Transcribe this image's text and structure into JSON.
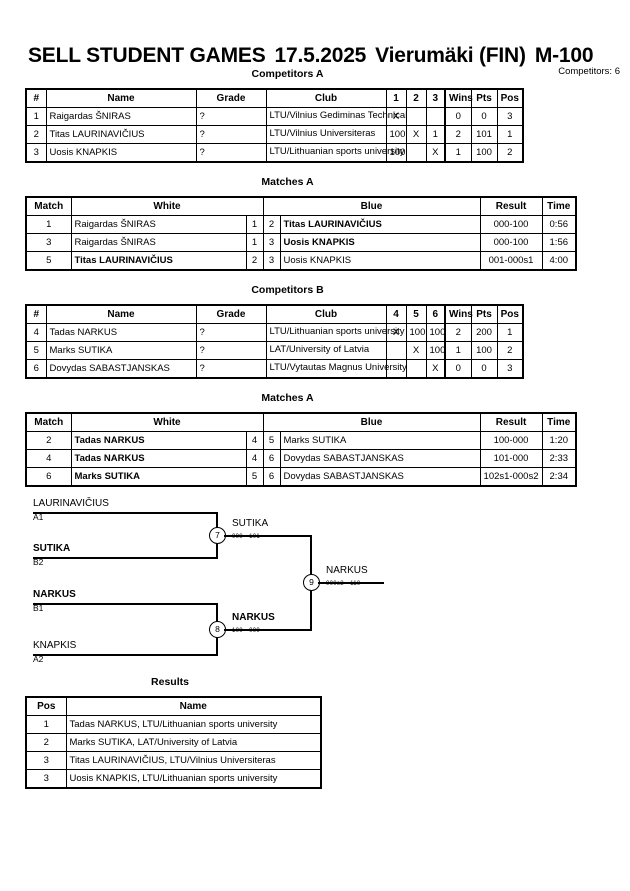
{
  "header": {
    "event": "SELL STUDENT GAMES",
    "date": "17.5.2025",
    "place": "Vierumäki (FIN)",
    "category": "M-100",
    "competitors_note": "Competitors: 6"
  },
  "sections": {
    "competitors_a": "Competitors A",
    "matches_a1": "Matches A",
    "competitors_b": "Competitors B",
    "matches_a2": "Matches A",
    "results": "Results"
  },
  "competitors_table": {
    "headers": [
      "#",
      "Name",
      "Grade",
      "Club",
      "Wins",
      "Pts",
      "Pos"
    ],
    "group_a": {
      "score_headers": [
        "1",
        "2",
        "3"
      ],
      "rows": [
        {
          "num": "1",
          "name": "Raigardas ŠNIRAS",
          "grade": "?",
          "club": "LTU/Vilnius Gediminas Technical",
          "m": [
            "X",
            "",
            ""
          ],
          "wins": "0",
          "pts": "0",
          "pos": "3"
        },
        {
          "num": "2",
          "name": "Titas LAURINAVIČIUS",
          "grade": "?",
          "club": "LTU/Vilnius Universiteras",
          "m": [
            "100",
            "X",
            "1"
          ],
          "wins": "2",
          "pts": "101",
          "pos": "1"
        },
        {
          "num": "3",
          "name": "Uosis KNAPKIS",
          "grade": "?",
          "club": "LTU/Lithuanian sports university",
          "m": [
            "100",
            "",
            "X"
          ],
          "wins": "1",
          "pts": "100",
          "pos": "2"
        }
      ]
    },
    "group_b": {
      "score_headers": [
        "4",
        "5",
        "6"
      ],
      "rows": [
        {
          "num": "4",
          "name": "Tadas NARKUS",
          "grade": "?",
          "club": "LTU/Lithuanian sports university",
          "m": [
            "X",
            "100",
            "100"
          ],
          "wins": "2",
          "pts": "200",
          "pos": "1"
        },
        {
          "num": "5",
          "name": "Marks SUTIKA",
          "grade": "?",
          "club": "LAT/University of Latvia",
          "m": [
            "",
            "X",
            "100"
          ],
          "wins": "1",
          "pts": "100",
          "pos": "2"
        },
        {
          "num": "6",
          "name": "Dovydas SABASTJANSKAS",
          "grade": "?",
          "club": "LTU/Vytautas Magnus University",
          "m": [
            "",
            "",
            "X"
          ],
          "wins": "0",
          "pts": "0",
          "pos": "3"
        }
      ]
    }
  },
  "matches_table": {
    "headers": [
      "Match",
      "White",
      "Blue",
      "Result",
      "Time"
    ],
    "group_a": [
      {
        "match": "1",
        "white": "Raigardas ŠNIRAS",
        "white_win": false,
        "wnum": "1",
        "bnum": "2",
        "blue": "Titas LAURINAVIČIUS",
        "blue_win": true,
        "result": "000-100",
        "time": "0:56"
      },
      {
        "match": "3",
        "white": "Raigardas ŠNIRAS",
        "white_win": false,
        "wnum": "1",
        "bnum": "3",
        "blue": "Uosis KNAPKIS",
        "blue_win": true,
        "result": "000-100",
        "time": "1:56"
      },
      {
        "match": "5",
        "white": "Titas LAURINAVIČIUS",
        "white_win": true,
        "wnum": "2",
        "bnum": "3",
        "blue": "Uosis KNAPKIS",
        "blue_win": false,
        "result": "001-000s1",
        "time": "4:00"
      }
    ],
    "group_b": [
      {
        "match": "2",
        "white": "Tadas NARKUS",
        "white_win": true,
        "wnum": "4",
        "bnum": "5",
        "blue": "Marks SUTIKA",
        "blue_win": false,
        "result": "100-000",
        "time": "1:20"
      },
      {
        "match": "4",
        "white": "Tadas NARKUS",
        "white_win": true,
        "wnum": "4",
        "bnum": "6",
        "blue": "Dovydas SABASTJANSKAS",
        "blue_win": false,
        "result": "101-000",
        "time": "2:33"
      },
      {
        "match": "6",
        "white": "Marks SUTIKA",
        "white_win": true,
        "wnum": "5",
        "bnum": "6",
        "blue": "Dovydas SABASTJANSKAS",
        "blue_win": false,
        "result": "102s1-000s2",
        "time": "2:34"
      }
    ]
  },
  "bracket": {
    "entries": [
      {
        "name": "LAURINAVIČIUS",
        "seed": "A1",
        "winner": false
      },
      {
        "name": "SUTIKA",
        "seed": "B2",
        "winner": true
      },
      {
        "name": "NARKUS",
        "seed": "B1",
        "winner": true
      },
      {
        "name": "KNAPKIS",
        "seed": "A2",
        "winner": false
      }
    ],
    "semi1": {
      "node": "7",
      "name": "SUTIKA",
      "score": "000 - 101"
    },
    "semi2": {
      "node": "8",
      "name": "NARKUS",
      "score": "100 - 000"
    },
    "final": {
      "node": "9",
      "name": "NARKUS",
      "score": "000s3 - 110"
    }
  },
  "results_table": {
    "headers": [
      "Pos",
      "Name"
    ],
    "rows": [
      {
        "pos": "1",
        "name": "Tadas NARKUS, LTU/Lithuanian sports university"
      },
      {
        "pos": "2",
        "name": "Marks SUTIKA, LAT/University of Latvia"
      },
      {
        "pos": "3",
        "name": "Titas LAURINAVIČIUS, LTU/Vilnius Universiteras"
      },
      {
        "pos": "3",
        "name": "Uosis KNAPKIS, LTU/Lithuanian sports university"
      }
    ]
  }
}
